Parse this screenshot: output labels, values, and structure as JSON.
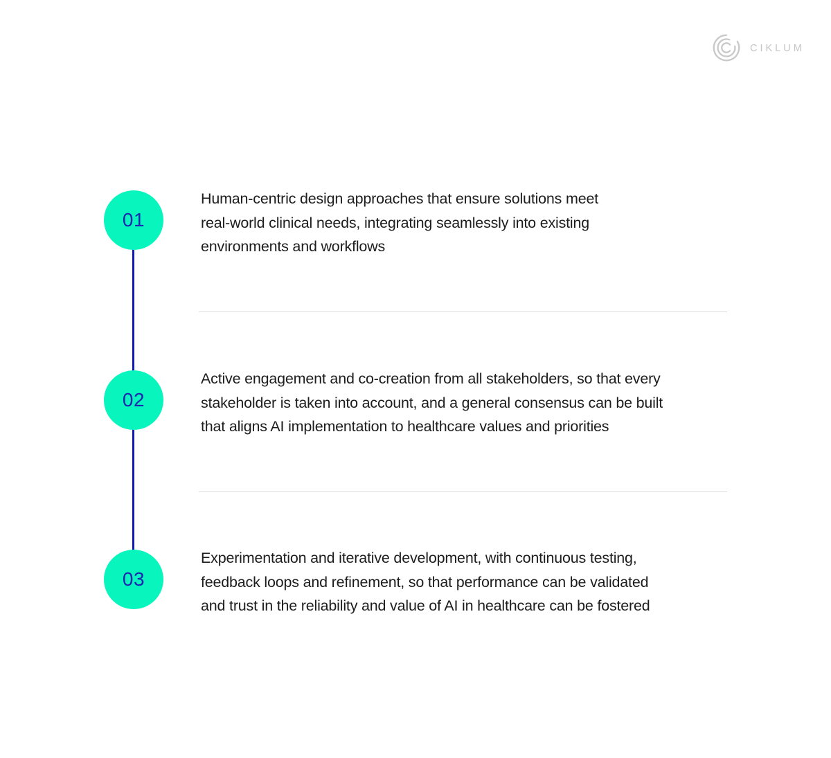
{
  "logo": {
    "brand": "CIKLUM",
    "color": "#c5c5c5"
  },
  "colors": {
    "circle_fill": "#09f5be",
    "number_text": "#1a27ae",
    "connector_line": "#0d1bb4",
    "body_text": "#1d1d1d",
    "divider": "#dcdcdc",
    "background": "#ffffff"
  },
  "items": [
    {
      "number": "01",
      "lines": [
        "Human-centric design approaches that ensure solutions meet",
        "real-world clinical needs, integrating seamlessly into existing",
        "environments and workflows"
      ]
    },
    {
      "number": "02",
      "lines": [
        "Active engagement and co-creation from all stakeholders, so that every",
        "stakeholder is taken into account, and a general consensus can be built",
        "that aligns AI implementation to healthcare values and priorities"
      ]
    },
    {
      "number": "03",
      "lines": [
        "Experimentation and iterative development, with continuous testing,",
        "feedback loops and refinement, so that performance can be validated",
        "and trust in the reliability and value of AI in healthcare can be fostered"
      ]
    }
  ]
}
